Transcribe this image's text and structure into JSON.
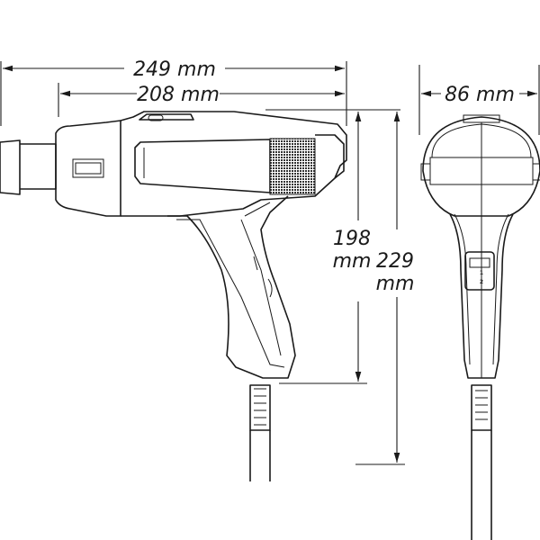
{
  "dimensions": {
    "overall_length": "249 mm",
    "body_length": "208 mm",
    "width": "86 mm",
    "body_height_value": "198",
    "body_height_unit": "mm",
    "overall_height_value": "229",
    "overall_height_unit": "mm"
  },
  "switch_positions": [
    "1",
    "2"
  ]
}
